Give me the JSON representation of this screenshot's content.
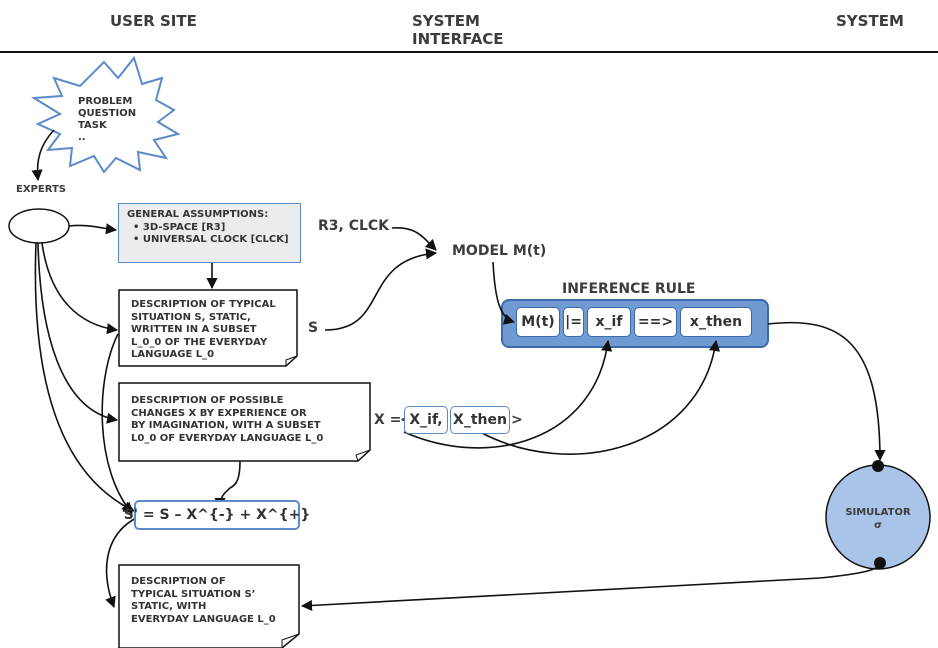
{
  "headers": {
    "user_site": "USER SITE",
    "system_interface_line1": "SYSTEM",
    "system_interface_line2": "INTERFACE",
    "system": "SYSTEM"
  },
  "star": {
    "lines": [
      "PROBLEM",
      "QUESTION",
      "TASK",
      ".."
    ]
  },
  "experts_label": "EXPERTS",
  "assumptions": {
    "title": "GENERAL ASSUMPTIONS:",
    "items": [
      "3D-SPACE [R3]",
      "UNIVERSAL CLOCK [CLCK]"
    ]
  },
  "r3_clck_label": "R3, CLCK",
  "model_label": "MODEL M(t)",
  "typical_situation": {
    "lines": [
      "DESCRIPTION OF TYPICAL",
      "SITUATION  S, STATIC,",
      "WRITTEN IN A SUBSET",
      "L_0_0 OF THE EVERYDAY",
      "LANGUAGE L_0"
    ]
  },
  "s_label": "S",
  "possible_changes": {
    "lines": [
      "DESCRIPTION OF POSSIBLE",
      "CHANGES X BY EXPERIENCE OR",
      "BY IMAGINATION,  WITH A SUBSET",
      "L0_0 OF EVERYDAY LANGUAGE L_0"
    ]
  },
  "x_equals": "X =",
  "x_left_bracket": "<",
  "x_if_label": "X_if,",
  "x_then_label": "X_then",
  "x_right_bracket": ">",
  "inference": {
    "title": "INFERENCE RULE",
    "cells": [
      "M(t)",
      "|=",
      "x_if",
      "==>",
      "x_then"
    ]
  },
  "s_prime_formula": "S' = S – X^{-} + X^{+}",
  "simulator": {
    "label": "SIMULATOR",
    "symbol": "σ"
  },
  "final_description": {
    "lines": [
      "DESCRIPTION OF",
      "TYPICAL SITUATION  S’",
      "STATIC, WITH",
      "EVERYDAY LANGUAGE L_0"
    ]
  },
  "colors": {
    "accent_blue": "#5b8ac9",
    "inference_fill": "#6f9bd2",
    "simulator_fill": "#a9c4e8",
    "assumption_fill": "#ececec"
  }
}
